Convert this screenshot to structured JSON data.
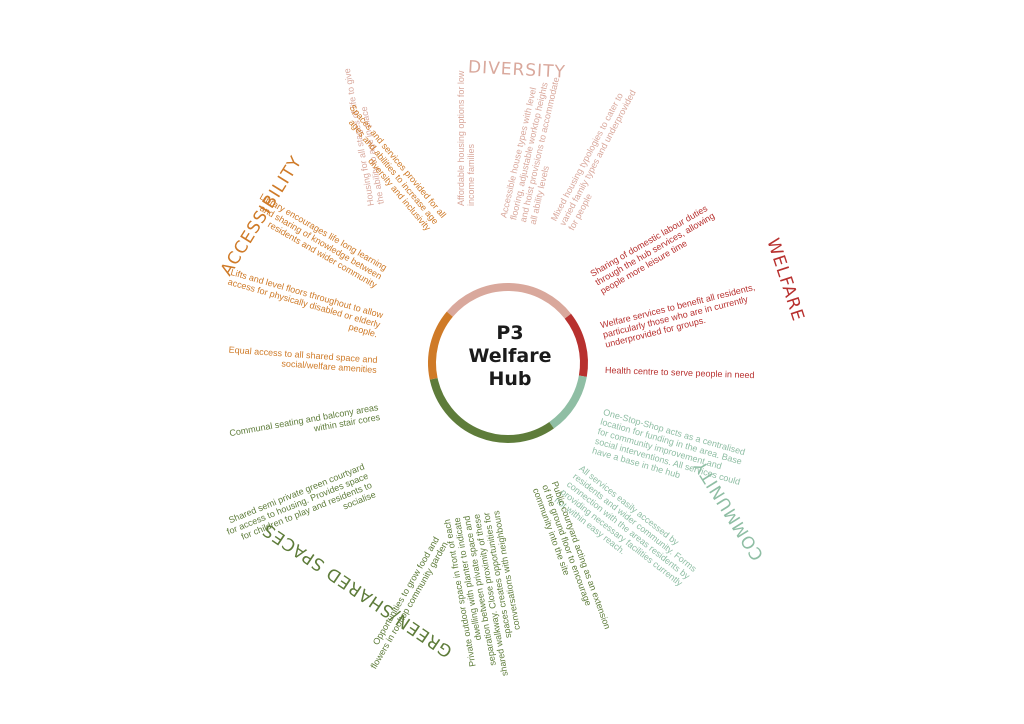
{
  "center": {
    "line1": "P3",
    "line2": "Welfare",
    "line3": "Hub"
  },
  "colors": {
    "diversity": "#d9a89c",
    "welfare": "#b8312f",
    "community": "#8fbea4",
    "green": "#5e7c3a",
    "accessibility": "#cf7a27"
  },
  "categories": {
    "diversity": "DIVERSITY",
    "welfare": "WELFARE",
    "community": "COMMUNITY",
    "green": "GREEN/SHARED SPACES",
    "accessibility": "ACCESSIBILITY"
  },
  "items": {
    "div1": [
      "Housing for all stages of life to give",
      "the ability to age in place"
    ],
    "div2": [
      "Affordable housing options for low",
      "income families"
    ],
    "div3": [
      "Accessible house types with level",
      "flooring, adjustable worktop heights",
      "and hoist provisions to accommodate",
      "all ability levels"
    ],
    "div4": [
      "Mixed housing typologies to cater to",
      "varied family types and underprovided",
      "for people"
    ],
    "wel1": [
      "Sharing of domestic labour duties",
      "through the hub services, allowing",
      "people more leisure time"
    ],
    "wel2": [
      "Welfare services to benefit all residents,",
      "particularly those who are in currently",
      "underprovided for groups."
    ],
    "wel3": [
      "Health centre to serve people in need"
    ],
    "com1": [
      "One-Stop-Shop acts as a centralised",
      "location for funding in the area. Base",
      "for community improvement and",
      "social interventions.  All services could",
      "have a base in the hub"
    ],
    "com2": [
      "All services easily accessed by",
      "residents and wider community. Forms",
      "connection with the areas residents by",
      "providing necessary facilities currently",
      "not within easy reach."
    ],
    "grn1": [
      "Public courtyard acting as an extension",
      "of the ground floor to encourage",
      "community into the site"
    ],
    "grn2": [
      "Private outdoor space in front of each",
      "dwelling with planter to indicate",
      "separation between private space and",
      "shared walkway. Close proximity of these",
      "spaces creates opportunities for",
      "conversations with neighbours"
    ],
    "grn3": [
      "Opportunities to grow food and",
      "flowers in rooftop community garden"
    ],
    "grn4": [
      "Shared semi private green courtyard",
      "for access to housing. Provides space",
      "for children to play and residents to",
      "socialise"
    ],
    "grn5": [
      "Communal seating and balcony areas",
      "within stair cores"
    ],
    "acc1": [
      "Equal access to all shared space and",
      "social/welfare amenities"
    ],
    "acc2": [
      "Lifts and level floors throughout to allow",
      "access for physically disabled or elderly",
      "people."
    ],
    "acc3": [
      "Library encourages life long learning",
      "and sharing of knowledge between",
      "residents and wider community"
    ],
    "acc4": [
      "Spaces and services provided for all",
      "ages and abilities to increase age",
      "diversity and inclusivity"
    ]
  }
}
